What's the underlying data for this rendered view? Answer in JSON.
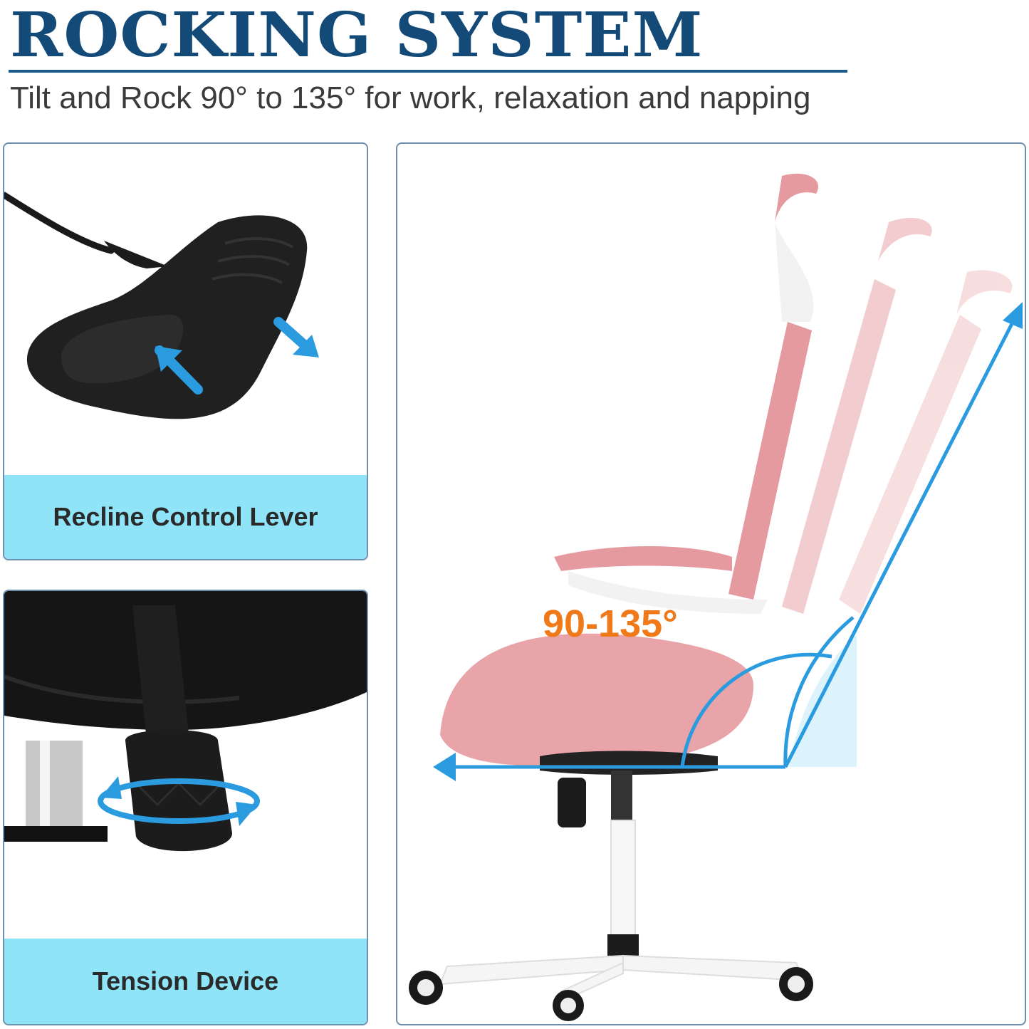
{
  "header": {
    "title": "ROCKING SYSTEM",
    "subtitle": "Tilt and Rock 90° to 135° for work, relaxation and napping"
  },
  "panels": {
    "lever": {
      "caption": "Recline Control Lever"
    },
    "tension": {
      "caption": "Tension Device"
    },
    "chair": {
      "angle_label": "90-135°"
    }
  },
  "colors": {
    "title": "#134a78",
    "caption_bg": "#8fe4f7",
    "arrow_blue": "#2b9be0",
    "angle_orange": "#f07a1a",
    "chair_pink": "#e8a2a6"
  }
}
